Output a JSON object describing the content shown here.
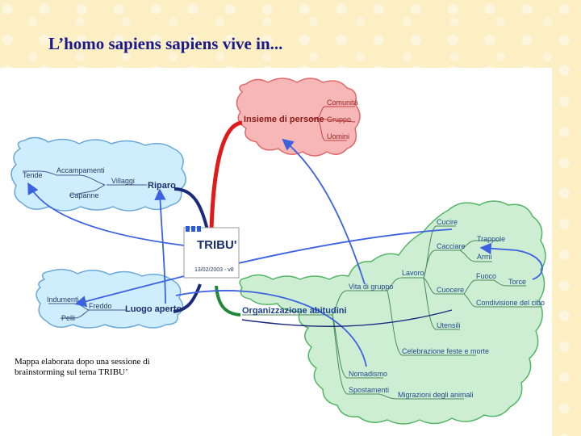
{
  "slide": {
    "title": "L’homo sapiens sapiens vive in...",
    "caption": "Mappa elaborata dopo una sessione di brainstorming sul tema TRIBU’"
  },
  "center": {
    "title": "TRIBU'",
    "subtitle": "13/02/2003 - v8"
  },
  "colors": {
    "blue_cloud": "#cfeefd",
    "red_cloud": "#f7b7b7",
    "green_cloud": "#cdeed3",
    "arrow": "#3d62e0"
  },
  "branches": {
    "persone": {
      "label": "Insieme di persone",
      "items": [
        "Comunità",
        "Gruppo",
        "Uomini"
      ]
    },
    "riparo": {
      "label": "Riparo",
      "items": [
        "Tende",
        "Accampamenti",
        "Capanne",
        "Villaggi"
      ]
    },
    "aperto": {
      "label": "Luogo aperto",
      "items": [
        "Indumenti",
        "Pelli",
        "Freddo"
      ]
    },
    "abitudini": {
      "label": "Organizzazione abitudini",
      "items": [
        "Vita di gruppo",
        "Lavoro",
        "Cucire",
        "Cacciare",
        "Trappole",
        "Armi",
        "Cuocere",
        "Fuoco",
        "Torce",
        "Condivisione del cibo",
        "Utensili",
        "Celebrazione feste e morte",
        "Nomadismo",
        "Spostamenti",
        "Migrazioni degli animali"
      ]
    }
  }
}
